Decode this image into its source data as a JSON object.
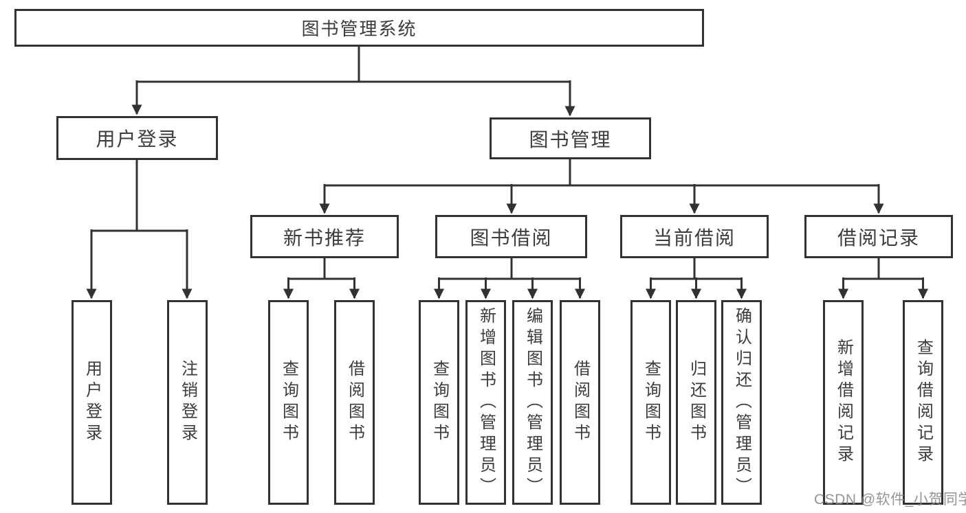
{
  "tree": {
    "root": "图书管理系统",
    "branches": [
      {
        "label": "用户登录",
        "children": [
          "用户登录",
          "注销登录"
        ]
      },
      {
        "label": "图书管理",
        "groups": [
          {
            "label": "新书推荐",
            "children": [
              "查询图书",
              "借阅图书"
            ]
          },
          {
            "label": "图书借阅",
            "children": [
              "查询图书",
              "新增图书（管理员）",
              "编辑图书（管理员）",
              "借阅图书"
            ]
          },
          {
            "label": "当前借阅",
            "children": [
              "查询图书",
              "归还图书",
              "确认归还（管理员）"
            ]
          },
          {
            "label": "借阅记录",
            "children": [
              "新增借阅记录",
              "查询借阅记录"
            ]
          }
        ]
      }
    ]
  },
  "watermark": "CSDN @软件_小贺同学",
  "colors": {
    "line": "#323232",
    "border": "#323232",
    "text": "#3c3c3c",
    "background": "#ffffff",
    "watermark": "#8a8a8a"
  }
}
